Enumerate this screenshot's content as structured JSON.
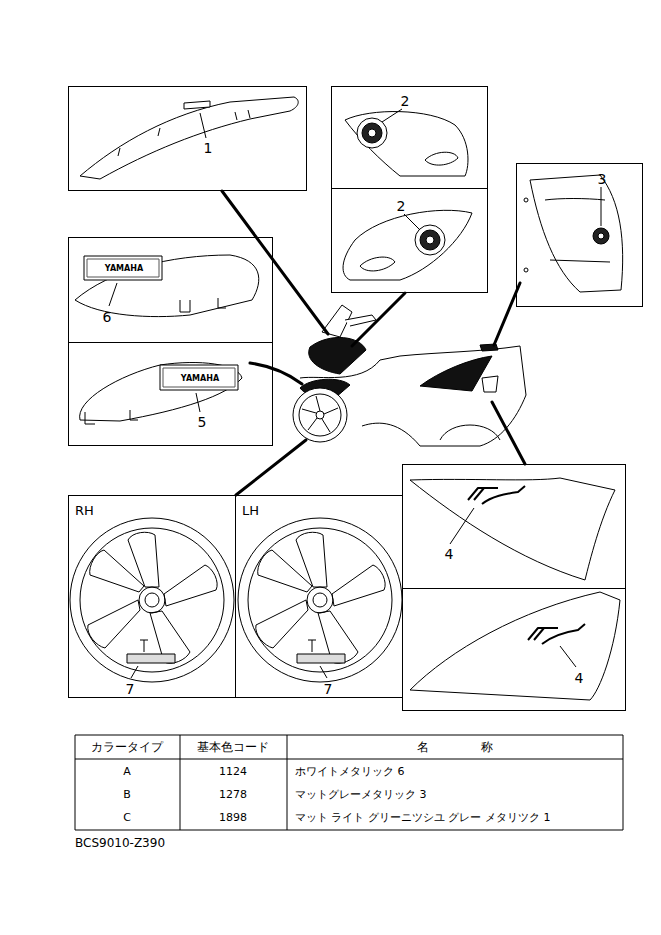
{
  "diagram": {
    "nodes": [
      {
        "text": [
          "1"
        ]
      },
      {
        "text": [
          "2"
        ]
      },
      {
        "text": [
          "2"
        ]
      },
      {
        "text": [
          "3"
        ]
      },
      {
        "text": [
          "YAMAHA",
          "6"
        ]
      },
      {
        "text": [
          "YAMAHA",
          "5"
        ]
      },
      {
        "text": [
          "RH",
          "7"
        ]
      },
      {
        "text": [
          "LH",
          "7"
        ]
      },
      {
        "text": [
          "4"
        ]
      },
      {
        "text": [
          "4"
        ]
      }
    ],
    "labels": [
      "カラータイプ",
      "基本色コード",
      "名 称",
      "A",
      "1124",
      "ホワイトメタリック 6",
      "B",
      "1278",
      "マットグレーメタリック 3",
      "C",
      "1898",
      "マット ライト グリーニツシユ グレー メタリツク 1",
      "BCS9010-Z390"
    ]
  }
}
